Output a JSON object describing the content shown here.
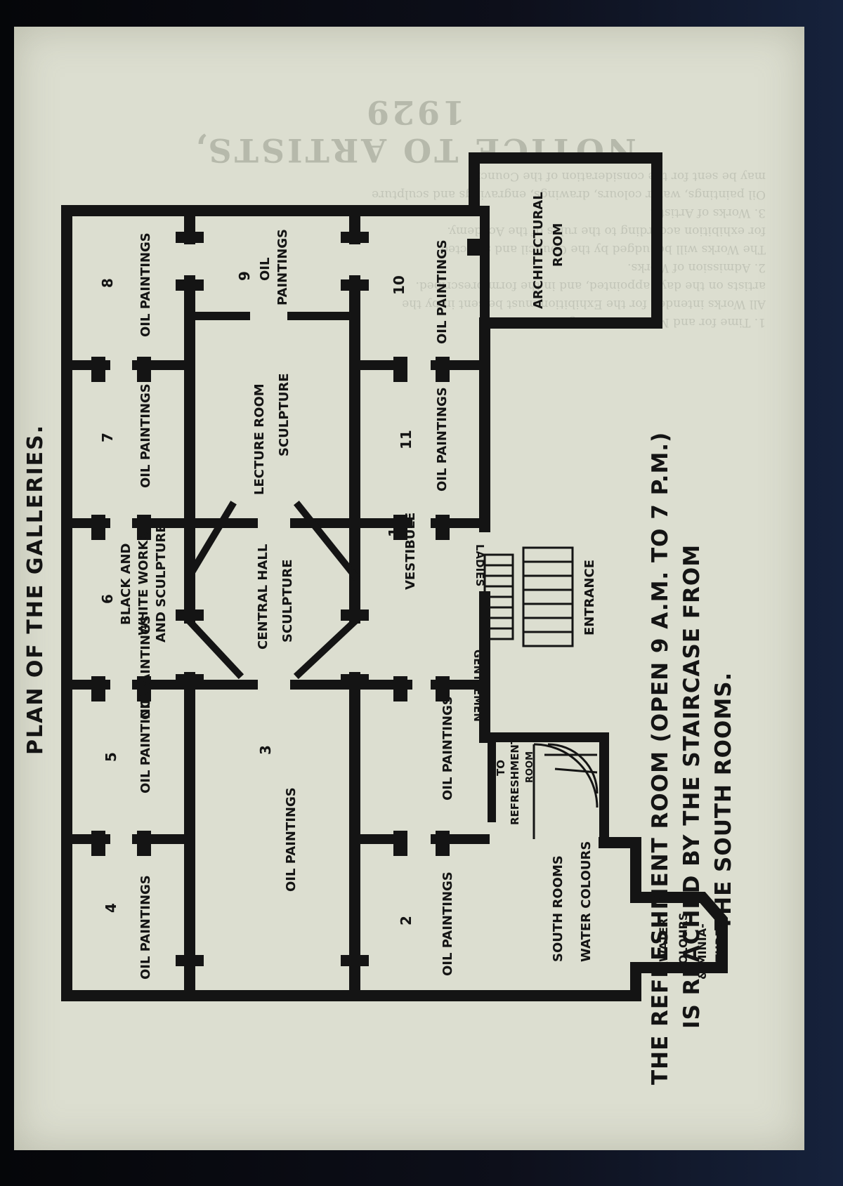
{
  "page": {
    "background_color": "#dcded0",
    "ink_color": "#141414",
    "border_color": "#0c0d14"
  },
  "plan": {
    "title": "PLAN OF THE GALLERIES.",
    "notice": {
      "line1": "THE REFRESHMENT ROOM (OPEN 9 A.M. TO 7 P.M.)",
      "line2": "IS REACHED BY THE STAIRCASE FROM",
      "line3": "THE SOUTH ROOMS."
    },
    "gallery_numbers": [
      "8",
      "9",
      "10",
      "7",
      "11",
      "6",
      "1",
      "5",
      "3",
      "4",
      "2"
    ],
    "rooms": {
      "oil_paintings": "OIL PAINTINGS",
      "oil": "OIL",
      "paintings": "PAINTINGS",
      "black_and": "BLACK AND",
      "white_works": "WHITE WORKS",
      "and_sculpture": "AND SCULPTURE",
      "central_hall": "CENTRAL HALL",
      "sculpture": "SCULPTURE",
      "lecture_room": "LECTURE  ROOM",
      "vestibule": "VESTIBULE",
      "architectural": "ARCHITECTURAL",
      "room": "ROOM",
      "ladies": "LADIES",
      "gentlemen": "GENTLEMEN",
      "entrance": "ENTRANCE",
      "to": "TO",
      "refreshment": "REFRESHMENT",
      "refreshment_room_small": "ROOM",
      "south_rooms": "SOUTH ROOMS",
      "water_colours": "WATER COLOURS",
      "water": "WATER",
      "colours": "COLOURS",
      "minia": "& MINIA-",
      "tures": "TURES"
    }
  },
  "ghost": {
    "title": "NOTICE TO ARTISTS, 1929",
    "body": "1. Time for and Mode of sending in Works.\nAll Works intended for the Exhibition must be sent in by the\nartists on the days appointed, and in the form prescribed.\n2. Admission of Works.\nThe Works will be judged by the Council and selected\nfor exhibition according to the rules of the Academy.\n3. Works of Artists.\nOil paintings, water colours, drawings, engravings and sculpture\nmay be sent for the consideration of the Council."
  }
}
